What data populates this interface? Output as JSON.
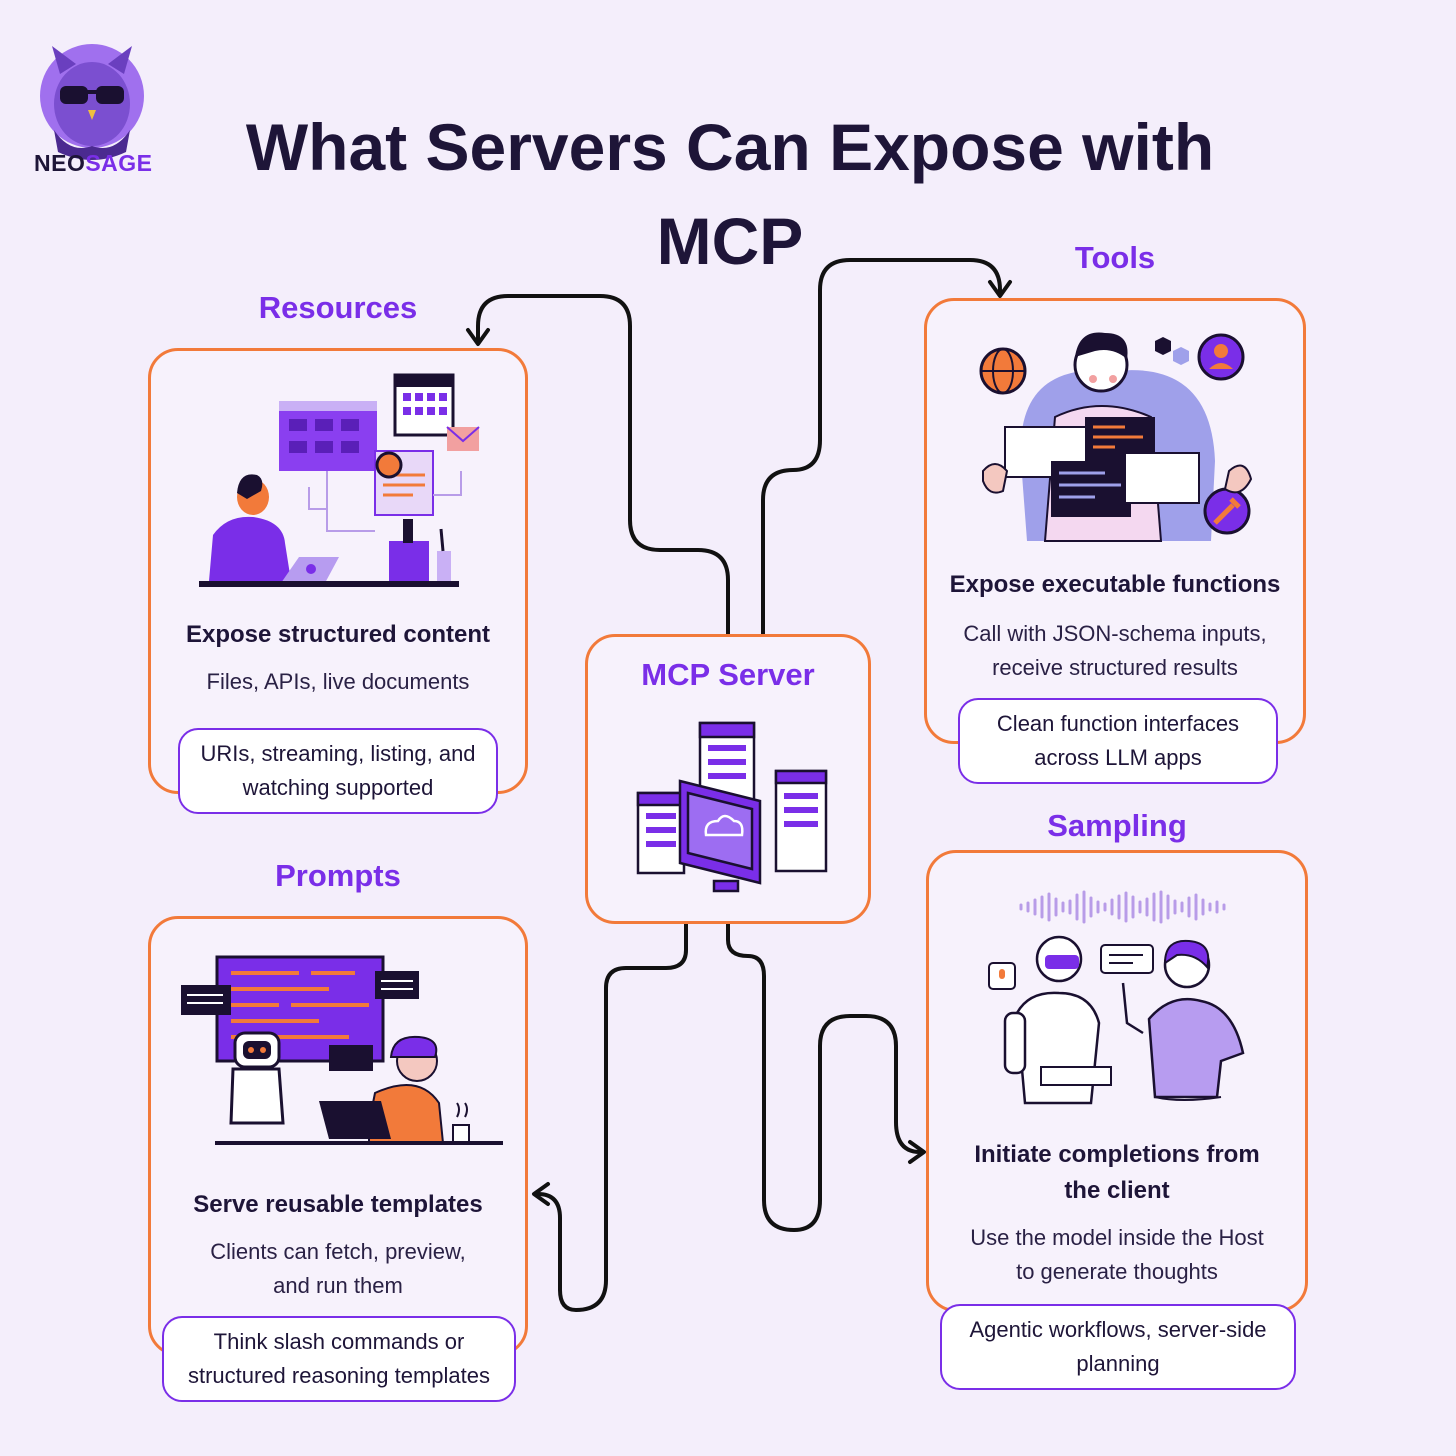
{
  "brand": {
    "part1": "NEO",
    "part2": "SAGE"
  },
  "title_line1": "What Servers Can Expose with",
  "title_line2": "MCP",
  "server": {
    "title": "MCP Server"
  },
  "resources": {
    "title": "Resources",
    "headline": "Expose structured content",
    "description": "Files, APIs, live documents",
    "note": "URIs, streaming, listing, and watching supported"
  },
  "tools": {
    "title": "Tools",
    "headline": "Expose executable functions",
    "description": "Call with JSON-schema inputs, receive structured results",
    "note": "Clean function interfaces across LLM apps"
  },
  "prompts": {
    "title": "Prompts",
    "headline": "Serve reusable templates",
    "description": "Clients can fetch, preview, and run them",
    "note": "Think slash commands or structured reasoning templates"
  },
  "sampling": {
    "title": "Sampling",
    "headline": "Initiate completions from the client",
    "description": "Use the model inside the Host to generate thoughts",
    "note": "Agentic workflows, server-side planning"
  },
  "colors": {
    "accent_purple": "#7a2ee8",
    "card_border_orange": "#f27a3a",
    "background": "#f4eefb",
    "text_dark": "#1e1538"
  },
  "icons": [
    "owl-logo-icon",
    "server-rack-icon",
    "globe-icon",
    "user-icon",
    "wrench-icon",
    "microphone-icon",
    "chat-bubble-icon",
    "robot-icon",
    "laptop-icon",
    "calendar-icon",
    "envelope-icon",
    "folder-icon",
    "coffee-cup-icon"
  ]
}
